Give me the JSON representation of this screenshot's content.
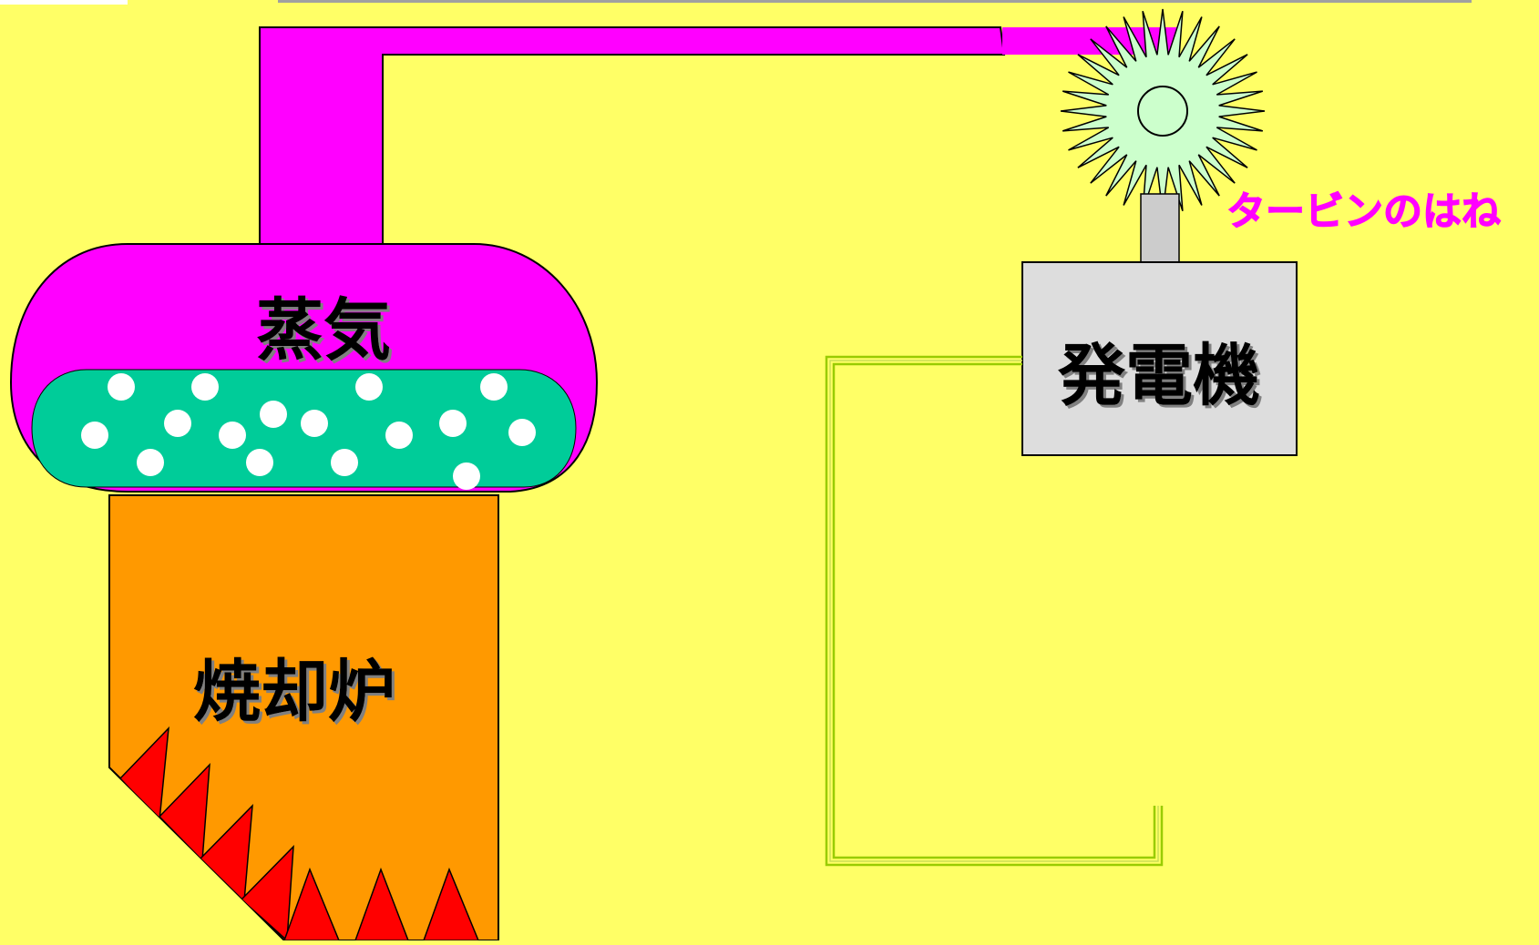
{
  "labels": {
    "steam": "蒸気",
    "incinerator": "焼却炉",
    "generator": "発電機",
    "turbine_blades": "タービンのはね"
  },
  "colors": {
    "background": "#FFFF66",
    "steam": "#FF00FF",
    "water": "#00CC99",
    "bubbles": "#FFFFFF",
    "furnace": "#FF9900",
    "flames": "#FF0000",
    "generator": "#DDDDDD",
    "turbine_hub": "#CCFFCC",
    "wire": "#99CC00"
  }
}
